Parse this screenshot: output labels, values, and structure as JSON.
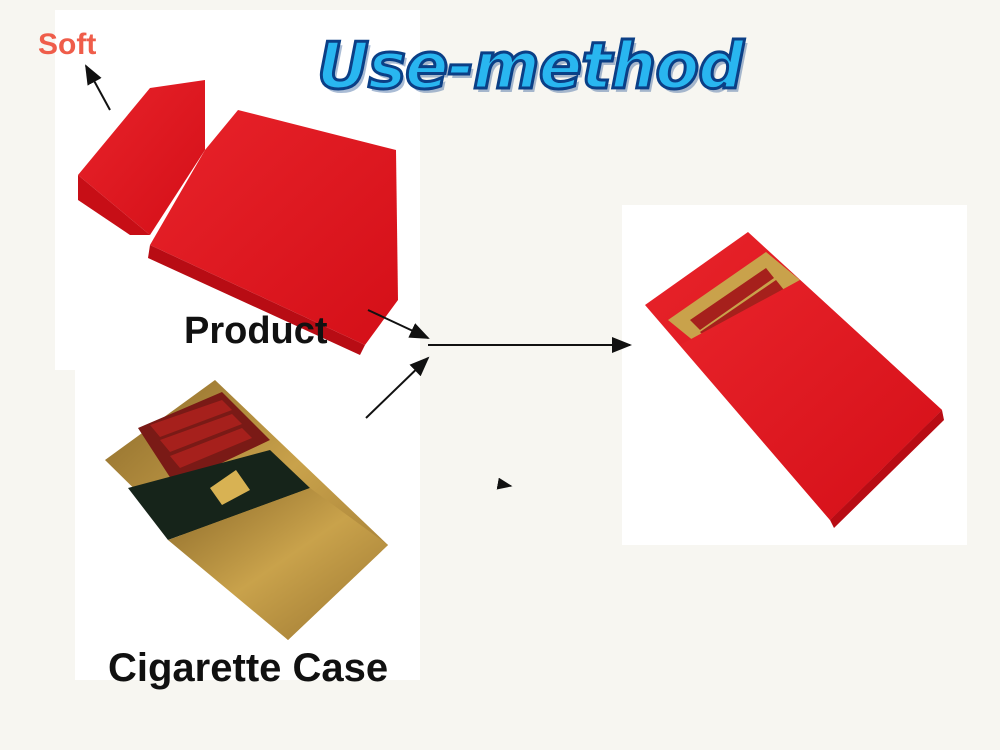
{
  "title": "Use-method",
  "labels": {
    "soft": "Soft",
    "product": "Product",
    "cigarette_case": "Cigarette Case"
  },
  "colors": {
    "title_fill": "#29b6f0",
    "title_outline": "#0b3f86",
    "soft_text": "#ef5d4a",
    "silicone_red": "#e3151d",
    "gold": "#b88f35",
    "dark_green": "#16241a"
  }
}
